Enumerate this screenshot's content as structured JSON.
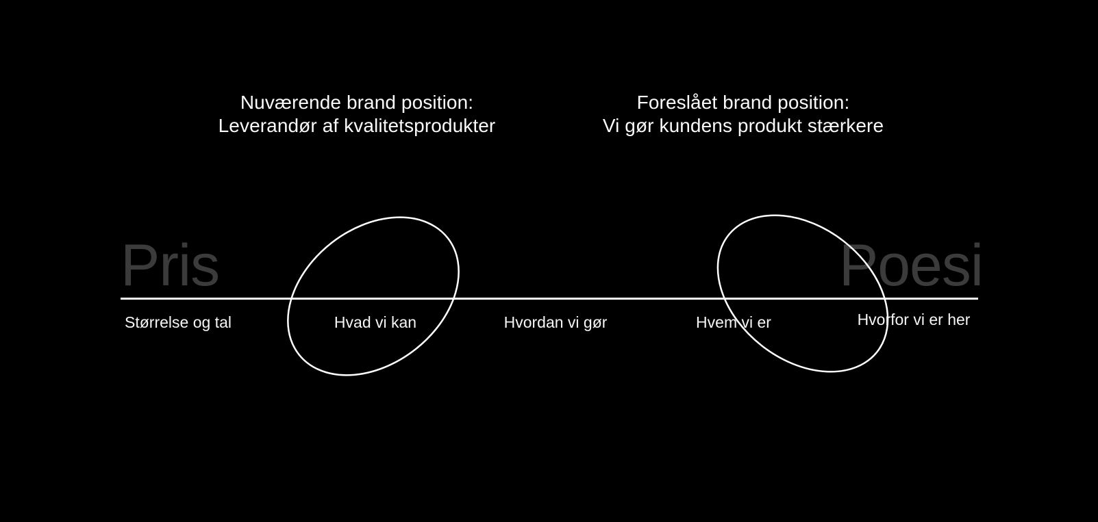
{
  "slide": {
    "annotations": {
      "current": {
        "line1": "Nuværende brand position:",
        "line2": "Leverandør af kvalitetsprodukter"
      },
      "proposed": {
        "line1": "Foreslået brand position:",
        "line2": "Vi gør kundens produkt stærkere"
      }
    },
    "spectrum": {
      "left_pole": "Pris",
      "right_pole": "Poesi",
      "stations": [
        "Størrelse og tal",
        "Hvad vi kan",
        "Hvordan vi gør",
        "Hvem vi er",
        "Hvorfor vi er her"
      ],
      "highlighted_stations": [
        "Hvad vi kan",
        "Hvem vi er"
      ]
    },
    "colors": {
      "background": "#000000",
      "text": "#fafafa",
      "pole_text": "#3b3b3b",
      "axis_line": "#f7f7f7",
      "circle_stroke": "#ffffff"
    }
  }
}
